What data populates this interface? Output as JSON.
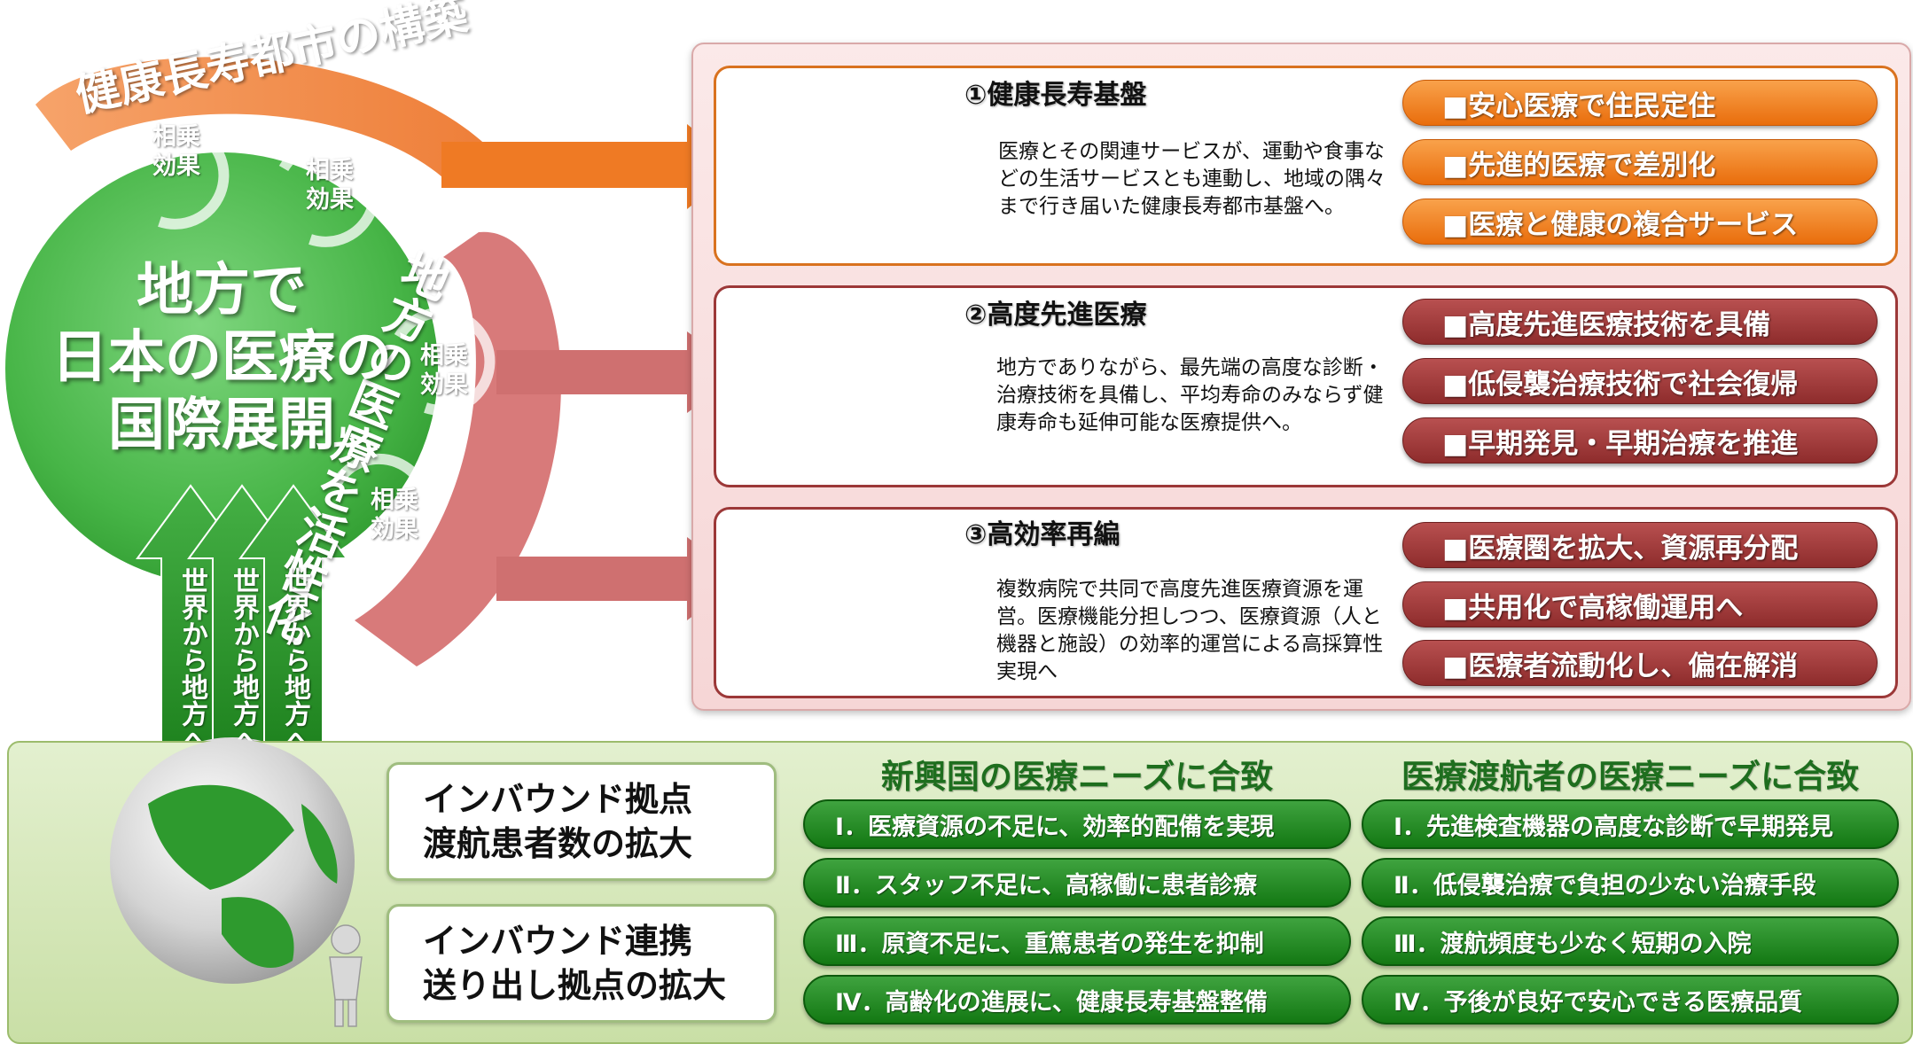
{
  "top_arc_label": "健康長寿都市の構築",
  "side_arc_label": "地方の医療を活性化",
  "center": {
    "line1": "地方で",
    "line2": "日本の医療の",
    "line3": "国際展開"
  },
  "synergy_label": [
    "相乗",
    "効果"
  ],
  "globe_arrow_label": "世界から地方へ",
  "sections": [
    {
      "title": "①健康長寿基盤",
      "text": "医療とその関連サービスが、運動や食事などの生活サービスとも連動し、地域の隅々まで行き届いた健康長寿都市基盤へ。",
      "pills": [
        "■安心医療で住民定住",
        "■先進的医療で差別化",
        "■医療と健康の複合サービス"
      ]
    },
    {
      "title": "②高度先進医療",
      "text": "地方でありながら、最先端の高度な診断・治療技術を具備し、平均寿命のみならず健康寿命も延伸可能な医療提供へ。",
      "pills": [
        "■高度先進医療技術を具備",
        "■低侵襲治療技術で社会復帰",
        "■早期発見・早期治療を推進"
      ]
    },
    {
      "title": "③高効率再編",
      "text": "複数病院で共同で高度先進医療資源を運営。医療機能分担しつつ、医療資源（人と機器と施設）の効率的運営による高採算性実現へ",
      "pills": [
        "■医療圏を拡大、資源再分配",
        "■共用化で高稼働運用へ",
        "■医療者流動化し、偏在解消"
      ]
    }
  ],
  "inbound": [
    {
      "line1": "インバウンド拠点",
      "line2": "渡航患者数の拡大"
    },
    {
      "line1": "インバウンド連携",
      "line2": "送り出し拠点の拡大"
    }
  ],
  "needs": {
    "emerging": {
      "title": "新興国の医療ニーズに合致",
      "items": [
        "Ⅰ．医療資源の不足に、効率的配備を実現",
        "Ⅱ．スタッフ不足に、高稼働に患者診療",
        "Ⅲ．原資不足に、重篤患者の発生を抑制",
        "Ⅳ．高齢化の進展に、健康長寿基盤整備"
      ]
    },
    "travelers": {
      "title": "医療渡航者の医療ニーズに合致",
      "items": [
        "Ⅰ．先進検査機器の高度な診断で早期発見",
        "Ⅱ．低侵襲治療で負担の少ない治療手段",
        "Ⅲ．渡航頻度も少なく短期の入院",
        "Ⅳ．予後が良好で安心できる医療品質"
      ]
    }
  },
  "colors": {
    "orange": "#ef7a24",
    "red": "#a33c3c",
    "green": "#3fae3f",
    "dark_green": "#137813"
  }
}
